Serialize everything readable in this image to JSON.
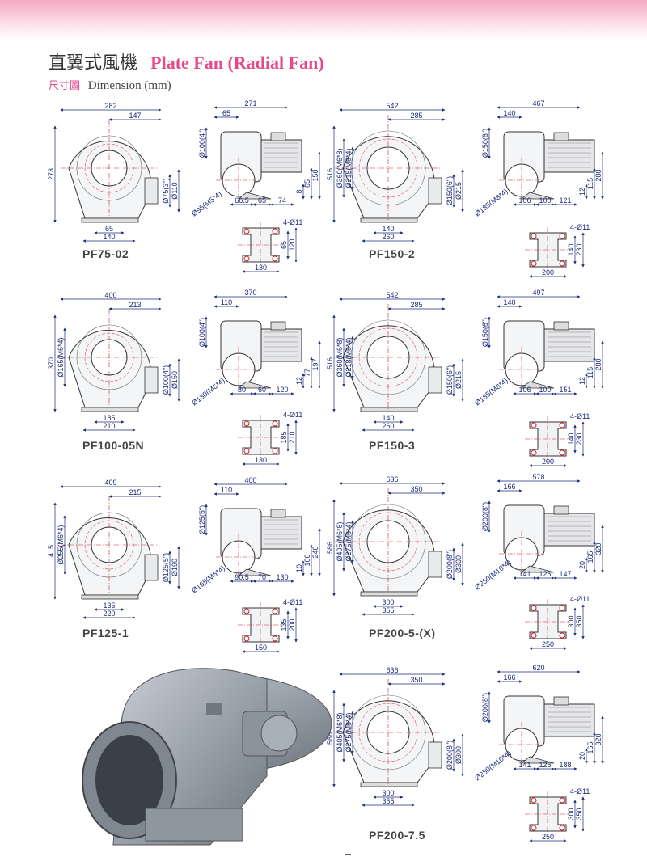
{
  "header": {
    "title_zh": "直翼式風機",
    "title_en": "Plate Fan (Radial Fan)",
    "subtitle_zh": "尺寸圖",
    "subtitle_en": "Dimension (mm)"
  },
  "colors": {
    "accent": "#e24a8b",
    "band": "#f3a9c1",
    "dim": "#1a2a7a",
    "center": "#d0202a"
  },
  "models": [
    {
      "name": "PF75-02",
      "front": {
        "w": "282",
        "half": "147",
        "h": "273",
        "d1": "Ø75(3\")",
        "d2": "Ø110",
        "b1": "65",
        "b2": "140"
      },
      "side": {
        "w": "271",
        "top": "65",
        "inlet": "Ø100(4\")",
        "bolt": "Ø95(M5*4)",
        "b1": "66.5",
        "b2": "65",
        "b3": "74",
        "v1": "8",
        "v2": "65",
        "v3": "150"
      },
      "base": {
        "hole": "4-Ø11",
        "w": "130",
        "v1": "65",
        "v2": "120"
      }
    },
    {
      "name": "PF150-2",
      "front": {
        "w": "542",
        "half": "285",
        "h": "516",
        "c1": "Ø360(M6*8)",
        "c2": "Ø218(M6*4)",
        "d1": "Ø150(6\")",
        "d2": "Ø215",
        "b1": "140",
        "b2": "260"
      },
      "side": {
        "w": "467",
        "top": "140",
        "inlet": "Ø150(6\")",
        "bolt": "Ø185(M8*4)",
        "b1": "106",
        "b2": "100",
        "b3": "121",
        "v1": "12",
        "v2": "115",
        "v3": "280"
      },
      "base": {
        "hole": "4-Ø11",
        "w": "200",
        "v1": "140",
        "v2": "230"
      }
    },
    {
      "name": "PF100-05N",
      "front": {
        "w": "400",
        "half": "213",
        "h": "370",
        "c1": "Ø165(M6*4)",
        "d1": "Ø100(4\")",
        "d2": "Ø150",
        "b1": "185",
        "b2": "210"
      },
      "side": {
        "w": "370",
        "top": "110",
        "inlet": "Ø100(4\")",
        "bolt": "Ø130(M6*4)",
        "b1": "80",
        "b2": "60",
        "b3": "120",
        "v1": "12",
        "v2": "77",
        "v3": "197"
      },
      "base": {
        "hole": "4-Ø11",
        "w": "130",
        "v1": "185",
        "v2": "210"
      }
    },
    {
      "name": "PF150-3",
      "front": {
        "w": "542",
        "half": "285",
        "h": "516",
        "c1": "Ø360(M6*8)",
        "c2": "Ø218(M6*4)",
        "d1": "Ø150(6\")",
        "d2": "Ø215",
        "b1": "140",
        "b2": "260"
      },
      "side": {
        "w": "497",
        "top": "140",
        "inlet": "Ø150(6\")",
        "bolt": "Ø185(M8*4)",
        "b1": "106",
        "b2": "100",
        "b3": "151",
        "v1": "12",
        "v2": "115",
        "v3": "280"
      },
      "base": {
        "hole": "4-Ø11",
        "w": "200",
        "v1": "140",
        "v2": "230"
      }
    },
    {
      "name": "PF125-1",
      "front": {
        "w": "409",
        "half": "215",
        "h": "415",
        "c1": "Ø255(M6*4)",
        "d1": "Ø125(5\")",
        "d2": "Ø190",
        "b1": "135",
        "b2": "220"
      },
      "side": {
        "w": "400",
        "top": "110",
        "inlet": "Ø125(5\")",
        "bolt": "Ø165(M6*4)",
        "b1": "90.5",
        "b2": "70",
        "b3": "130",
        "v1": "10",
        "v2": "100",
        "v3": "240"
      },
      "base": {
        "hole": "4-Ø11",
        "w": "150",
        "v1": "135",
        "v2": "200"
      }
    },
    {
      "name": "PF200-5-(X)",
      "front": {
        "w": "636",
        "half": "350",
        "h": "586",
        "c1": "Ø405(M6*8)",
        "c2": "Ø275(M6*4)",
        "d1": "Ø200(8\")",
        "d2": "Ø300",
        "b1": "300",
        "b2": "355"
      },
      "side": {
        "w": "578",
        "top": "166",
        "inlet": "Ø200(8\")",
        "bolt": "Ø250(M10*4)",
        "b1": "141",
        "b2": "125",
        "b3": "147",
        "v1": "20",
        "v2": "165",
        "v3": "320"
      },
      "base": {
        "hole": "4-Ø11",
        "w": "250",
        "v1": "300",
        "v2": "350"
      }
    },
    {
      "name": "PF200-7.5",
      "front": {
        "w": "636",
        "half": "350",
        "h": "586",
        "c1": "Ø405(M6*8)",
        "c2": "Ø275(M6*4)",
        "d1": "Ø200(8\")",
        "d2": "Ø300",
        "b1": "300",
        "b2": "355"
      },
      "side": {
        "w": "620",
        "top": "166",
        "inlet": "Ø200(8\")",
        "bolt": "Ø250(M10*4)",
        "b1": "141",
        "b2": "125",
        "b3": "188",
        "v1": "20",
        "v2": "165",
        "v3": "320"
      },
      "base": {
        "hole": "4-Ø11",
        "w": "250",
        "v1": "300",
        "v2": "350"
      }
    }
  ]
}
